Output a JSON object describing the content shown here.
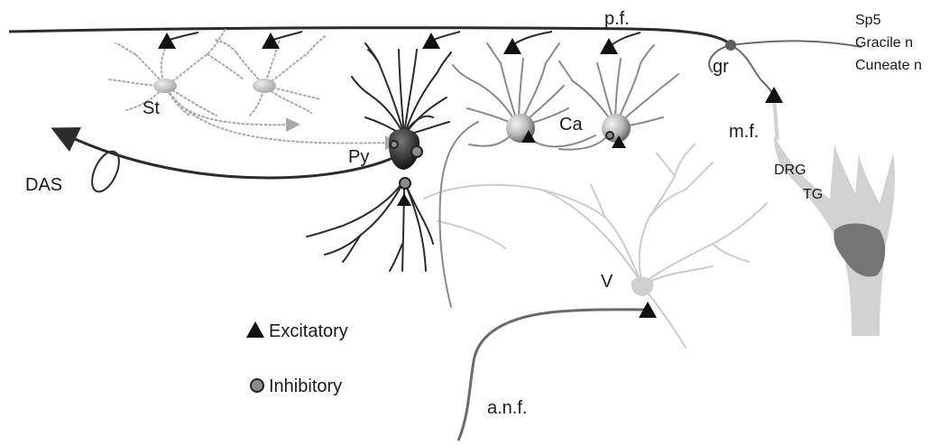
{
  "labels": {
    "pf": "p.f.",
    "sp5": "Sp5",
    "gracile": "Gracile n",
    "cuneate": "Cuneate n",
    "gr": "gr",
    "mf": "m.f.",
    "drg": "DRG",
    "tg": "TG",
    "st": "St",
    "py": "Py",
    "ca": "Ca",
    "das": "DAS",
    "v": "V",
    "anf": "a.n.f."
  },
  "legend": {
    "excitatory": "Excitatory",
    "inhibitory": "Inhibitory"
  },
  "colors": {
    "dark": "#2b2b2b",
    "mid_gray": "#8a8a8a",
    "light_gray": "#cfcfcf",
    "stellate_dots": "#a9a9a9",
    "excitatory_marker": "#111111",
    "inhibitory_marker": "#8d8d8d"
  },
  "icons": {
    "excitatory": "triangle",
    "inhibitory": "circle"
  }
}
